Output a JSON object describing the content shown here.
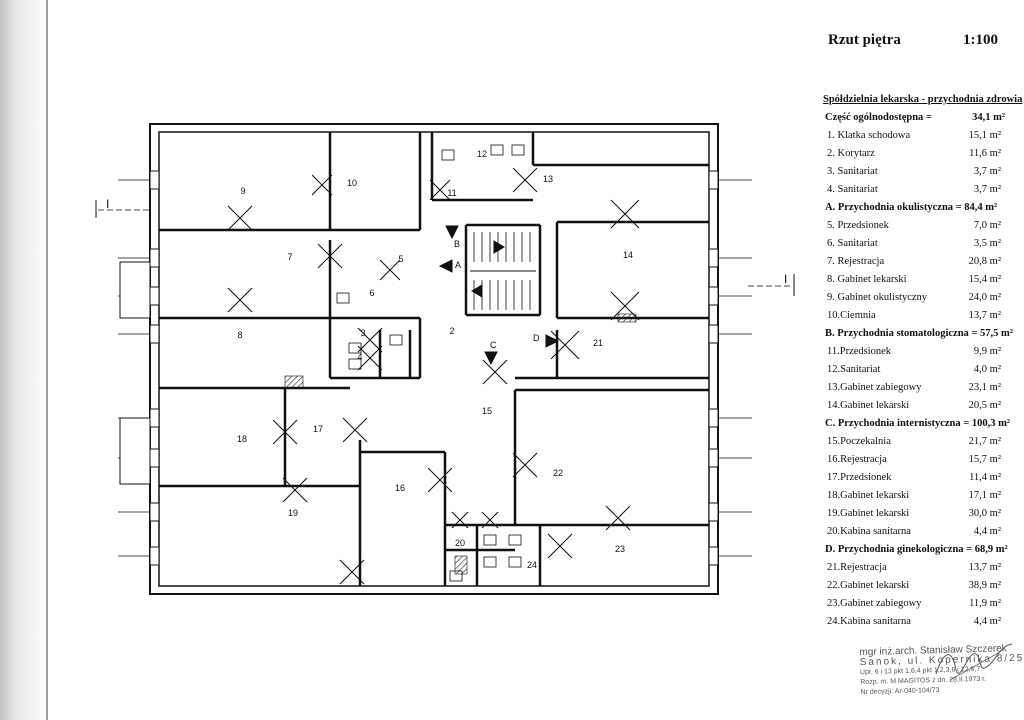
{
  "header": {
    "title": "Rzut piętra",
    "scale": "1:100"
  },
  "section_marks": {
    "left": "I",
    "right": "I"
  },
  "door_marks": [
    "A",
    "B",
    "C",
    "D"
  ],
  "rooms": [
    {
      "n": "2"
    },
    {
      "n": "3"
    },
    {
      "n": "4"
    },
    {
      "n": "5"
    },
    {
      "n": "6"
    },
    {
      "n": "7"
    },
    {
      "n": "8"
    },
    {
      "n": "9"
    },
    {
      "n": "10"
    },
    {
      "n": "11"
    },
    {
      "n": "12"
    },
    {
      "n": "13"
    },
    {
      "n": "14"
    },
    {
      "n": "15"
    },
    {
      "n": "16"
    },
    {
      "n": "17"
    },
    {
      "n": "18"
    },
    {
      "n": "19"
    },
    {
      "n": "20"
    },
    {
      "n": "21"
    },
    {
      "n": "22"
    },
    {
      "n": "23"
    },
    {
      "n": "24"
    }
  ],
  "legend": {
    "heading": "Spółdzielnia lekarska - przychodnia zdrowia",
    "rows": [
      {
        "label": "Część ogólnodostępna =",
        "value": "34,1 m²",
        "section": true
      },
      {
        "label": "1. Klatka schodowa",
        "value": "15,1 m²"
      },
      {
        "label": "2. Korytarz",
        "value": "11,6 m²"
      },
      {
        "label": "3. Sanitariat",
        "value": "3,7 m²"
      },
      {
        "label": "4. Sanitariat",
        "value": "3,7 m²"
      },
      {
        "label": "A. Przychodnia okulistyczna = 84,4 m²",
        "value": "",
        "section": true
      },
      {
        "label": "5. Przedsionek",
        "value": "7,0 m²"
      },
      {
        "label": "6. Sanitariat",
        "value": "3,5 m²"
      },
      {
        "label": "7. Rejestracja",
        "value": "20,8 m²"
      },
      {
        "label": "8. Gabinet lekarski",
        "value": "15,4 m²"
      },
      {
        "label": "9. Gabinet okulistyczny",
        "value": "24,0 m²"
      },
      {
        "label": "10.Ciemnia",
        "value": "13,7 m²"
      },
      {
        "label": "B. Przychodnia stomatologiczna = 57,5 m²",
        "value": "",
        "section": true
      },
      {
        "label": "11.Przedsionek",
        "value": "9,9 m²"
      },
      {
        "label": "12.Sanitariat",
        "value": "4,0 m²"
      },
      {
        "label": "13.Gabinet zabiegowy",
        "value": "23,1 m²"
      },
      {
        "label": "14.Gabinet lekarski",
        "value": "20,5 m²"
      },
      {
        "label": "C. Przychodnia internistyczna = 100,3 m²",
        "value": "",
        "section": true
      },
      {
        "label": "15.Poczekalnia",
        "value": "21,7 m²"
      },
      {
        "label": "16.Rejestracja",
        "value": "15,7 m²"
      },
      {
        "label": "17.Przedsionek",
        "value": "11,4 m²"
      },
      {
        "label": "18.Gabinet lekarski",
        "value": "17,1 m²"
      },
      {
        "label": "19.Gabinet lekarski",
        "value": "30,0 m²"
      },
      {
        "label": "20.Kabina sanitarna",
        "value": "4,4 m²"
      },
      {
        "label": "D. Przychodnia ginekologiczna = 68,9 m²",
        "value": "",
        "section": true
      },
      {
        "label": "21.Rejestracja",
        "value": "13,7 m²"
      },
      {
        "label": "22.Gabinet lekarski",
        "value": "38,9 m²"
      },
      {
        "label": "23.Gabinet zabiegowy",
        "value": "11,9 m²"
      },
      {
        "label": "24.Kabina sanitarna",
        "value": "4,4 m²"
      }
    ]
  },
  "stamp": {
    "line1": "mgr inż.arch. Stanisław Szczerek",
    "line2": "Sanok, ul. Kopernika 8/25",
    "line3": "Upr. 6 i 13 pkt 1,6,4 pkt 1,2,3,6 i 12,8,7",
    "line4": "Rozp. m. M MAGITOS z dn. 28.II.1973 r.",
    "line5": "Nr decyzji: Ar-040-104/73"
  }
}
